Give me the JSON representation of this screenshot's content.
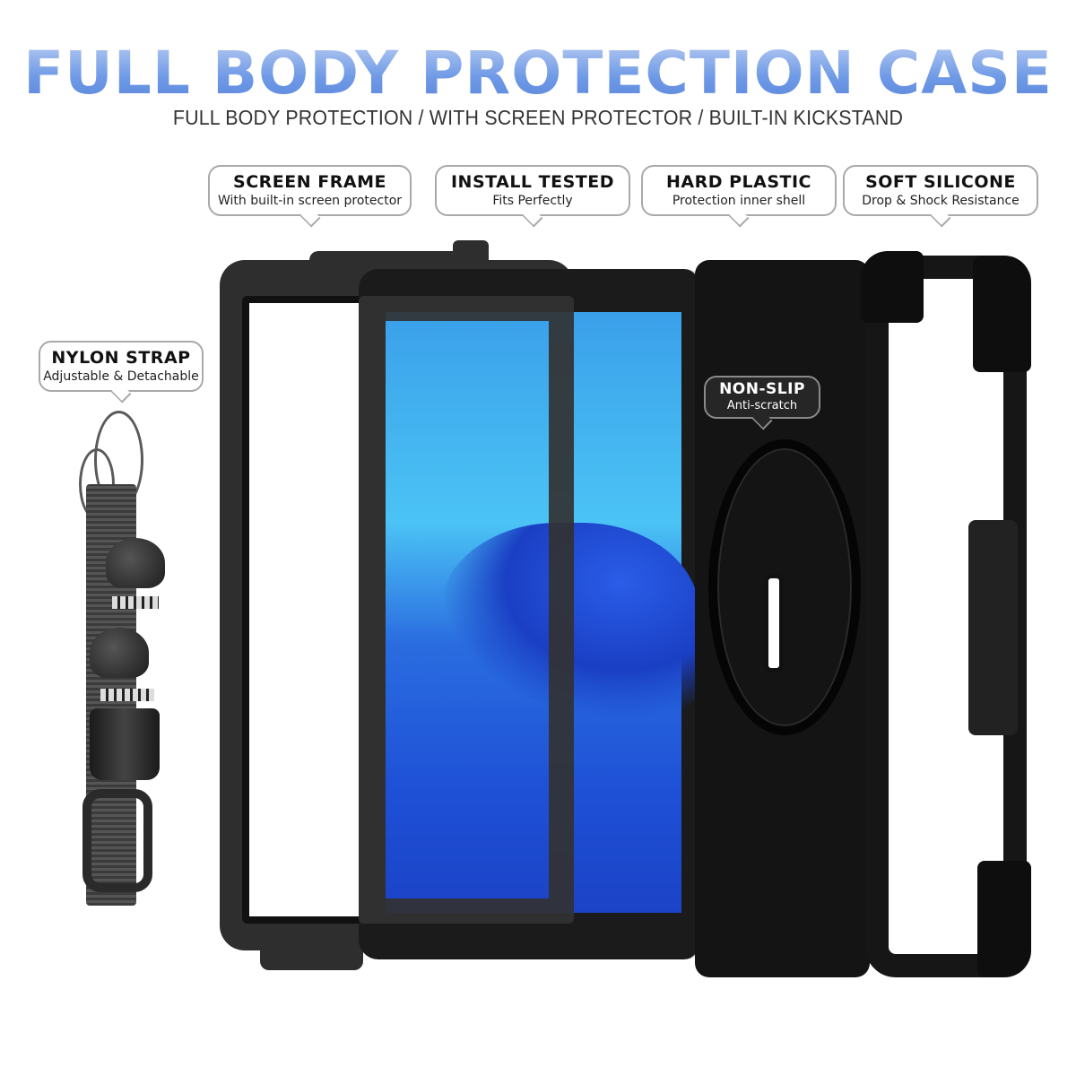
{
  "header": {
    "title": "FULL BODY PROTECTION CASE",
    "subtitle": "FULL BODY PROTECTION / WITH SCREEN PROTECTOR / BUILT-IN KICKSTAND",
    "title_color_top": "#b9cdf2",
    "title_color_bottom": "#5a85dc"
  },
  "callouts": [
    {
      "heading": "SCREEN FRAME",
      "text": "With built-in screen protector"
    },
    {
      "heading": "INSTALL TESTED",
      "text": "Fits Perfectly"
    },
    {
      "heading": "HARD PLASTIC",
      "text": "Protection inner shell"
    },
    {
      "heading": "SOFT SILICONE",
      "text": "Drop & Shock Resistance"
    },
    {
      "heading": "NYLON STRAP",
      "text": "Adjustable & Detachable"
    },
    {
      "heading": "NON-SLIP",
      "text": "Anti-scratch"
    }
  ],
  "product": {
    "components": [
      "screen-frame",
      "tablet",
      "hard-plastic-shell",
      "silicone-bumper",
      "nylon-strap"
    ],
    "screen_color": "#2a6de0",
    "case_color": "#1b1b1b"
  }
}
